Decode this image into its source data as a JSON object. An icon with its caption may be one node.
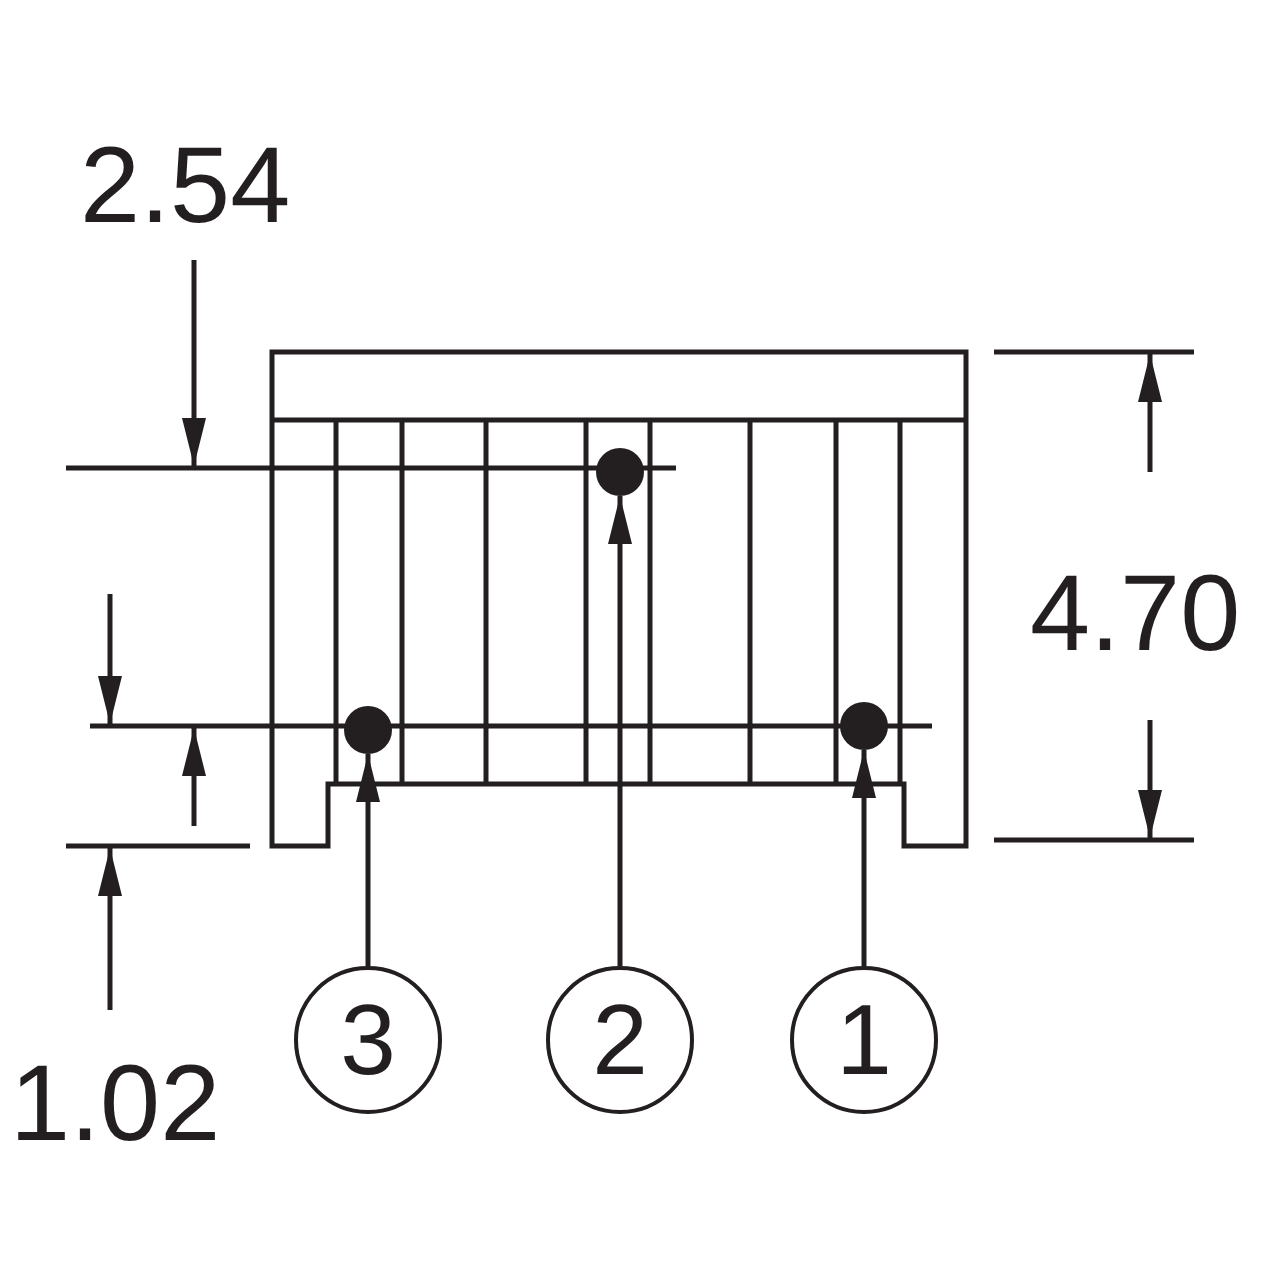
{
  "diagram": {
    "nodes": [
      {
        "text": [],
        "shape": "circle"
      },
      {
        "text": [],
        "shape": "circle"
      },
      {
        "text": [],
        "shape": "circle"
      },
      {
        "text": [
          "3"
        ]
      },
      {
        "text": [
          "2"
        ]
      },
      {
        "text": [
          "1"
        ]
      }
    ],
    "edges": [
      {
        "from": 3,
        "to": 0,
        "arrow": "to"
      },
      {
        "from": 4,
        "to": 1,
        "arrow": "to"
      },
      {
        "from": 5,
        "to": 2,
        "arrow": "to"
      }
    ],
    "labels": [
      "2.54",
      "4.70",
      "1.02"
    ]
  }
}
